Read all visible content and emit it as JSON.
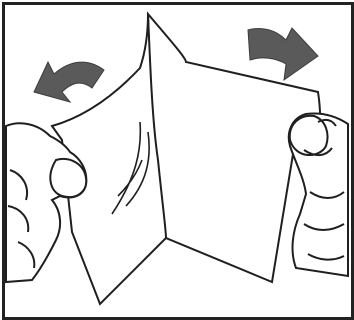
{
  "colors": {
    "line": "#1f1f1f",
    "arrow": "#5a5a5a",
    "paper": "#ffffff",
    "background": "#ffffff"
  },
  "figure": {
    "elements": [
      "left-arrow",
      "right-arrow",
      "left-hand",
      "right-hand",
      "paper-left-flap",
      "paper-right-flap",
      "crease-lines"
    ]
  }
}
